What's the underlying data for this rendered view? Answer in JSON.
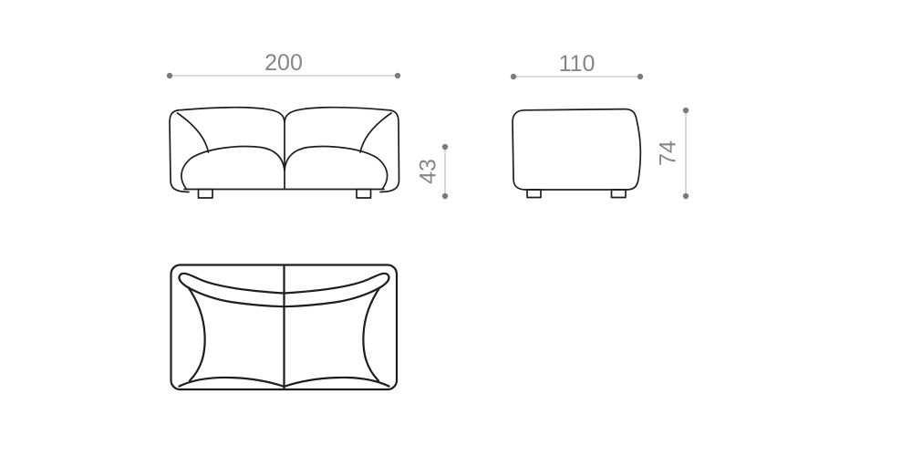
{
  "colors": {
    "background": "#ffffff",
    "outline": "#1e1e1e",
    "dimension_line": "#b9b9b9",
    "dimension_dot": "#7c7c7c",
    "dimension_text": "#878787"
  },
  "dimensions": {
    "front_width": "200",
    "front_seat_height": "43",
    "side_depth": "110",
    "side_height": "74"
  }
}
